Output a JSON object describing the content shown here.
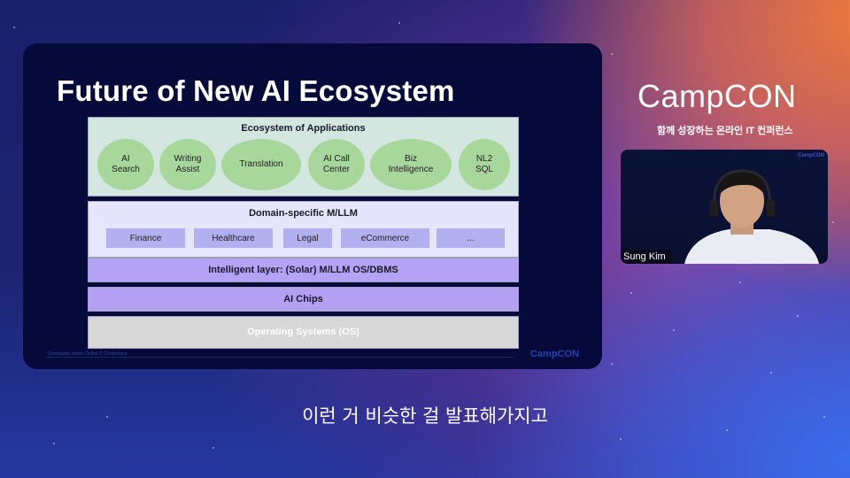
{
  "slide": {
    "title": "Future of New AI Ecosystem",
    "footer_text": "Community-driven Online IT Conference",
    "footer_logo": "CampCON",
    "diagram": {
      "applications": {
        "heading": "Ecosystem of Applications",
        "items": [
          "AI\nSearch",
          "Writing\nAssist",
          "Translation",
          "AI Call\nCenter",
          "Biz\nIntelligence",
          "NL2\nSQL"
        ]
      },
      "domain": {
        "heading": "Domain-specific M/LLM",
        "items": [
          "Finance",
          "Healthcare",
          "Legal",
          "eCommerce",
          "…"
        ]
      },
      "intelligent_layer": "Intelligent layer: (Solar) M/LLM OS/DBMS",
      "ai_chips": "AI Chips",
      "os": "Operating Systems (OS)"
    }
  },
  "brand": {
    "name": "CampCON",
    "tagline": "함께 성장하는 온라인 IT 컨퍼런스"
  },
  "webcam": {
    "logo": "CampCON",
    "speaker_name": "Sung Kim"
  },
  "subtitle": "이런 거 비슷한 걸 발표해가지고",
  "colors": {
    "slide_bg": "#050a3a",
    "app_layer": "#d3e6e0",
    "app_ellipse": "#a8d79c",
    "domain_layer": "#e5e6fb",
    "domain_chip": "#b3b0f0",
    "intelligent_layer": "#b4a3f5",
    "os_layer": "#d8d8d8"
  }
}
